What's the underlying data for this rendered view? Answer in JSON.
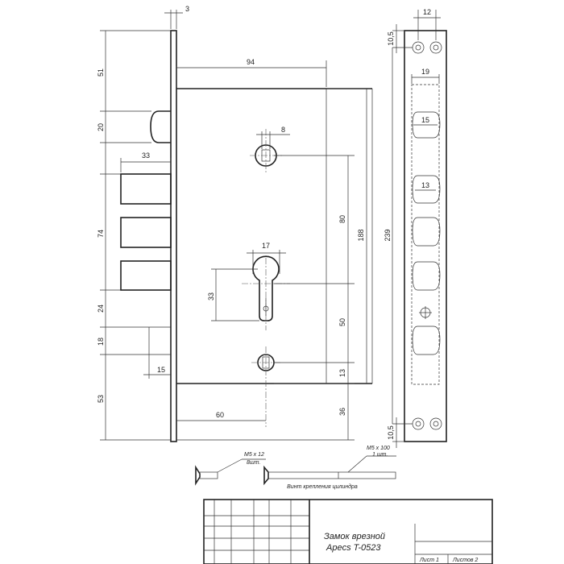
{
  "dimensions": {
    "faceplate_thickness": "3",
    "top_to_latch": "51",
    "latch_height": "20",
    "bolt_projection": "33",
    "bolt_span": "74",
    "gap_24": "24",
    "gap_18": "18",
    "bottom_53": "53",
    "pin_15": "15",
    "body_width": "94",
    "key_slot_8": "8",
    "cyl_width": "17",
    "cyl_height": "33",
    "upper_80": "80",
    "height_188": "188",
    "lower_50": "50",
    "bottom_13": "13",
    "bottom_36": "36",
    "backset_60": "60",
    "strike_12": "12",
    "strike_10_5_top": "10,5",
    "strike_19": "19",
    "strike_15": "15",
    "strike_13": "13",
    "strike_239": "239",
    "strike_10_5_bottom": "10,5"
  },
  "screws": {
    "short_spec": "M5 x 12",
    "short_qty": "8шт.",
    "long_spec": "M5 x 100",
    "long_qty": "1 шт.",
    "caption": "Винт крепления цилиндра"
  },
  "title_block": {
    "name_line1": "Замок врезной",
    "name_line2": "Apecs T-0523",
    "sheet_label": "Лист 1",
    "sheets_label": "Листов 2"
  }
}
